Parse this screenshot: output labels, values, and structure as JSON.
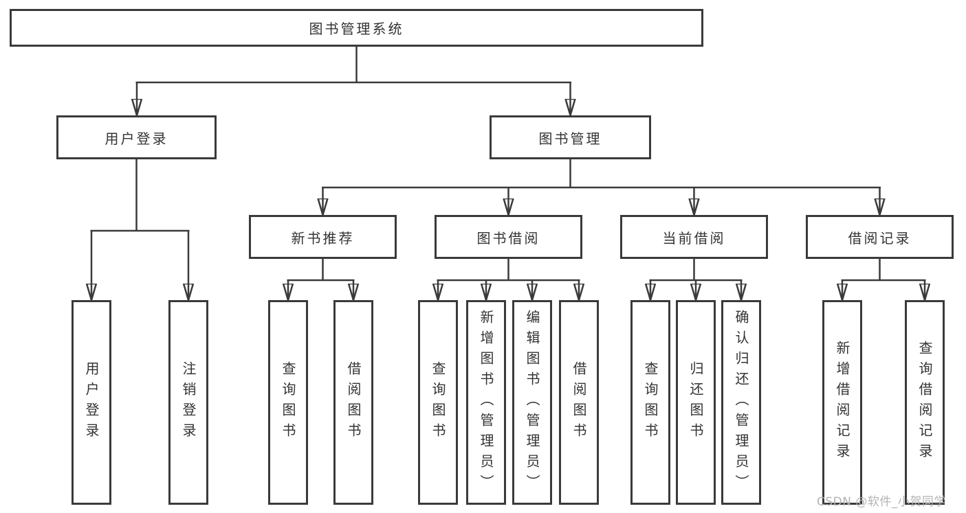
{
  "diagram": {
    "type": "hierarchy-tree",
    "title": "图书管理系统",
    "watermark": "CSDN @软件_小贺同学",
    "colors": {
      "line": "#3a3a3a",
      "box_border": "#3a3a3a",
      "box_background": "#ffffff",
      "text": "#333333",
      "watermark_text": "#b3b3b3"
    },
    "tree": {
      "root": {
        "label": "图书管理系统"
      },
      "user_login": {
        "label": "用户登录",
        "children": [
          {
            "label": "用户登录"
          },
          {
            "label": "注销登录"
          }
        ]
      },
      "book_management": {
        "label": "图书管理",
        "sections": [
          {
            "label": "新书推荐",
            "children": [
              {
                "label": "查询图书"
              },
              {
                "label": "借阅图书"
              }
            ]
          },
          {
            "label": "图书借阅",
            "children": [
              {
                "label": "查询图书"
              },
              {
                "label": "新增图书（管理员）"
              },
              {
                "label": "编辑图书（管理员）"
              },
              {
                "label": "借阅图书"
              }
            ]
          },
          {
            "label": "当前借阅",
            "children": [
              {
                "label": "查询图书"
              },
              {
                "label": "归还图书"
              },
              {
                "label": "确认归还（管理员）"
              }
            ]
          },
          {
            "label": "借阅记录",
            "children": [
              {
                "label": "新增借阅记录"
              },
              {
                "label": "查询借阅记录"
              }
            ]
          }
        ]
      }
    }
  }
}
